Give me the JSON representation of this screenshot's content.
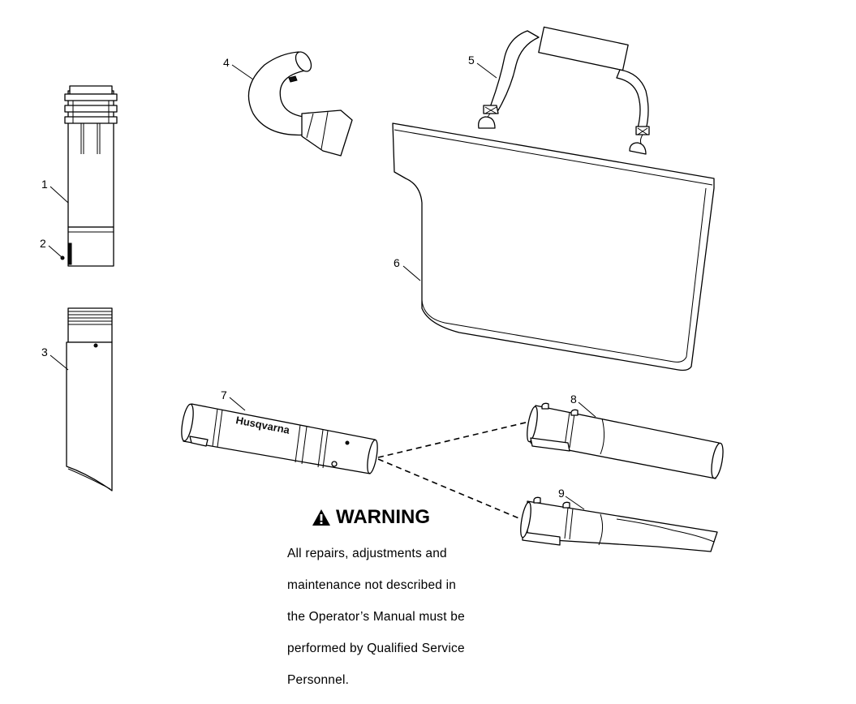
{
  "callouts": [
    "1",
    "2",
    "3",
    "4",
    "5",
    "6",
    "7",
    "8",
    "9"
  ],
  "brand_logo_text": "Husqvarna",
  "warning": {
    "icon": "warning-triangle-icon",
    "title": "WARNING",
    "lines": [
      "All repairs, adjustments and",
      "maintenance not described in",
      "the Operator’s Manual must be",
      "performed by Qualified Service",
      "Personnel."
    ]
  }
}
